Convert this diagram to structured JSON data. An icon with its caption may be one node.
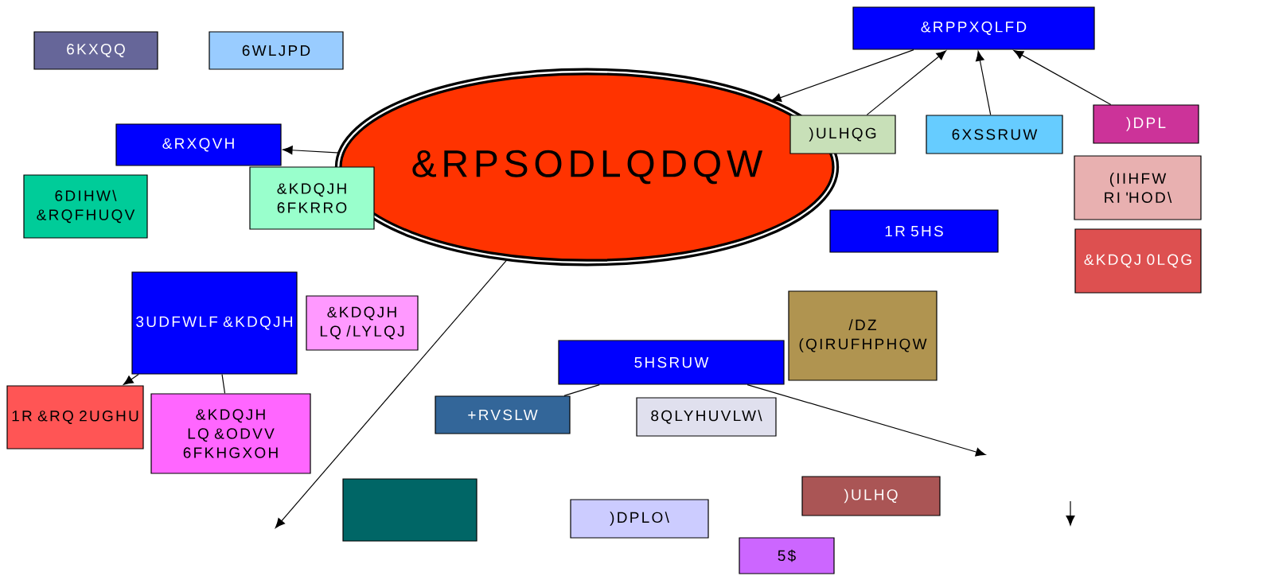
{
  "diagram": {
    "nodes": [
      {
        "text": [
          "6KXQQ"
        ]
      },
      {
        "text": [
          "6WLJPD"
        ]
      },
      {
        "text": [
          "&RPPXQLFD"
        ]
      },
      {
        "text": [
          "&RPSODLQDQW"
        ]
      },
      {
        "text": [
          "&RXQVH"
        ]
      },
      {
        "text": [
          "&KDQJH 6FKRRO"
        ]
      },
      {
        "text": [
          "6DIHW\\ &RQFHUQV"
        ]
      },
      {
        "text": [
          ")ULHQG"
        ]
      },
      {
        "text": [
          "6XSSRUW"
        ]
      },
      {
        "text": [
          ")DPL"
        ]
      },
      {
        "text": [
          "(IIHFW RI 'HOD\\"
        ]
      },
      {
        "text": [
          "1R 5HS"
        ]
      },
      {
        "text": [
          "&KDQJ 0LQG"
        ]
      },
      {
        "text": [
          "3UDFWLF &KDQJH"
        ]
      },
      {
        "text": [
          "1R &RQ 2UGHU"
        ]
      },
      {
        "text": [
          "&KDQJH LQ &ODVV 6FKHGXOH"
        ]
      },
      {
        "text": [
          "&KDQJH LQ /LYLQJ"
        ]
      },
      {
        "text": [
          "+RVSLW"
        ]
      },
      {
        "text": [
          "5HSRUW"
        ]
      },
      {
        "text": [
          "/DZ (QIRUFHPHQW"
        ]
      },
      {
        "text": [
          "8QLYHUVLW\\"
        ]
      },
      {
        "text": [],
        "shape": "box"
      },
      {
        "text": [
          ")DPLO\\"
        ]
      },
      {
        "text": [
          ")ULHQ"
        ]
      },
      {
        "text": [
          "5$"
        ]
      }
    ],
    "edges": [
      {
        "from": 2,
        "to": 3,
        "arrow": "to"
      },
      {
        "from": 7,
        "to": 2,
        "arrow": "to"
      },
      {
        "from": 8,
        "to": 2,
        "arrow": "to"
      },
      {
        "from": 9,
        "to": 2,
        "arrow": "to"
      },
      {
        "from": 3,
        "to": 4,
        "arrow": "to"
      },
      {
        "from": 3,
        "to": null,
        "arrow": "to"
      },
      {
        "from": 13,
        "to": 14,
        "arrow": "to"
      },
      {
        "from": 13,
        "to": 15,
        "arrow": "none"
      },
      {
        "from": 17,
        "to": 18,
        "arrow": "none"
      },
      {
        "from": 18,
        "to": null,
        "arrow": "to"
      }
    ]
  }
}
